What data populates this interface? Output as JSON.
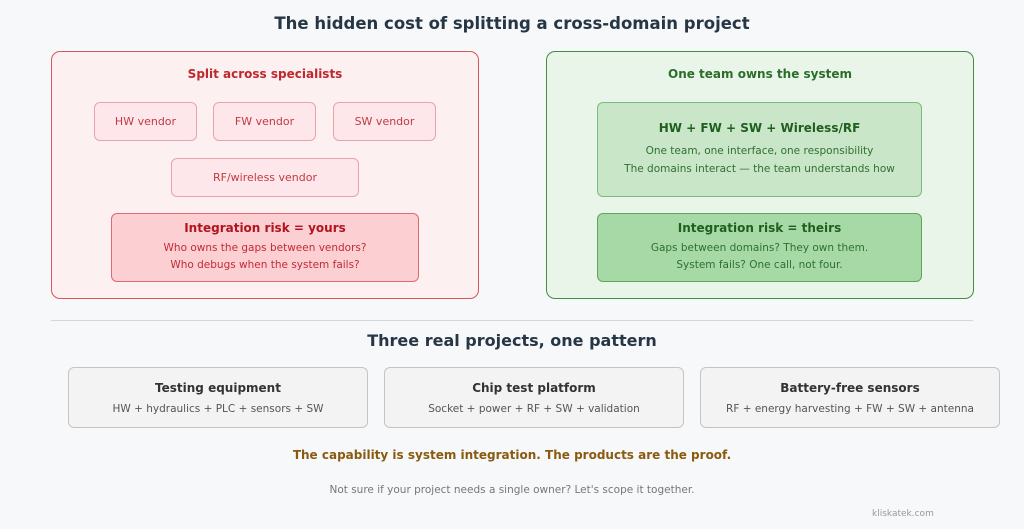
{
  "title": "The hidden cost of splitting a cross-domain project",
  "split": {
    "heading": "Split across specialists",
    "vendors": [
      "HW vendor",
      "FW vendor",
      "SW vendor",
      "RF/wireless vendor"
    ],
    "risk": {
      "title": "Integration risk = yours",
      "lines": [
        "Who owns the gaps between vendors?",
        "Who debugs when the system fails?"
      ]
    }
  },
  "team": {
    "heading": "One team owns the system",
    "box": {
      "title": "HW + FW + SW + Wireless/RF",
      "lines": [
        "One team, one interface, one responsibility",
        "The domains interact — the team understands how"
      ]
    },
    "risk": {
      "title": "Integration risk = theirs",
      "lines": [
        "Gaps between domains? They own them.",
        "System fails? One call, not four."
      ]
    }
  },
  "section_title": "Three real projects, one pattern",
  "projects": [
    {
      "title": "Testing equipment",
      "desc": "HW + hydraulics + PLC + sensors + SW"
    },
    {
      "title": "Chip test platform",
      "desc": "Socket + power + RF + SW + validation"
    },
    {
      "title": "Battery-free sensors",
      "desc": "RF + energy harvesting + FW + SW + antenna"
    }
  ],
  "tagline": "The capability is system integration. The products are the proof.",
  "cta": "Not sure if your project needs a single owner? Let's scope it together.",
  "brand": "kliskatek.com",
  "colors": {
    "split_accent": "#c0272d",
    "team_accent": "#2a6e2a",
    "tagline": "#8a5a0f"
  }
}
